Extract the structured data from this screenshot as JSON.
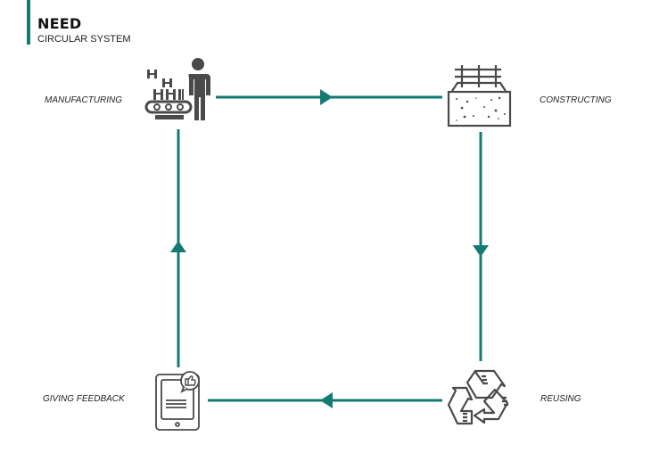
{
  "header": {
    "title": "NEED",
    "subtitle": "CIRCULAR SYSTEM"
  },
  "colors": {
    "accent": "#137a74",
    "icon": "#4a4a4a",
    "text": "#222222"
  },
  "nodes": [
    {
      "id": "manufacturing",
      "label": "MANUFACTURING",
      "icon": "factory-worker-icon"
    },
    {
      "id": "constructing",
      "label": "CONSTRUCTING",
      "icon": "concrete-rebar-icon"
    },
    {
      "id": "reusing",
      "label": "REUSING",
      "icon": "recycle-icon"
    },
    {
      "id": "giving-feedback",
      "label": "GIVING FEEDBACK",
      "icon": "tablet-like-icon"
    }
  ],
  "flows": [
    {
      "from": "manufacturing",
      "to": "constructing",
      "direction": "right"
    },
    {
      "from": "constructing",
      "to": "reusing",
      "direction": "down"
    },
    {
      "from": "reusing",
      "to": "giving-feedback",
      "direction": "left"
    },
    {
      "from": "giving-feedback",
      "to": "manufacturing",
      "direction": "up"
    }
  ]
}
